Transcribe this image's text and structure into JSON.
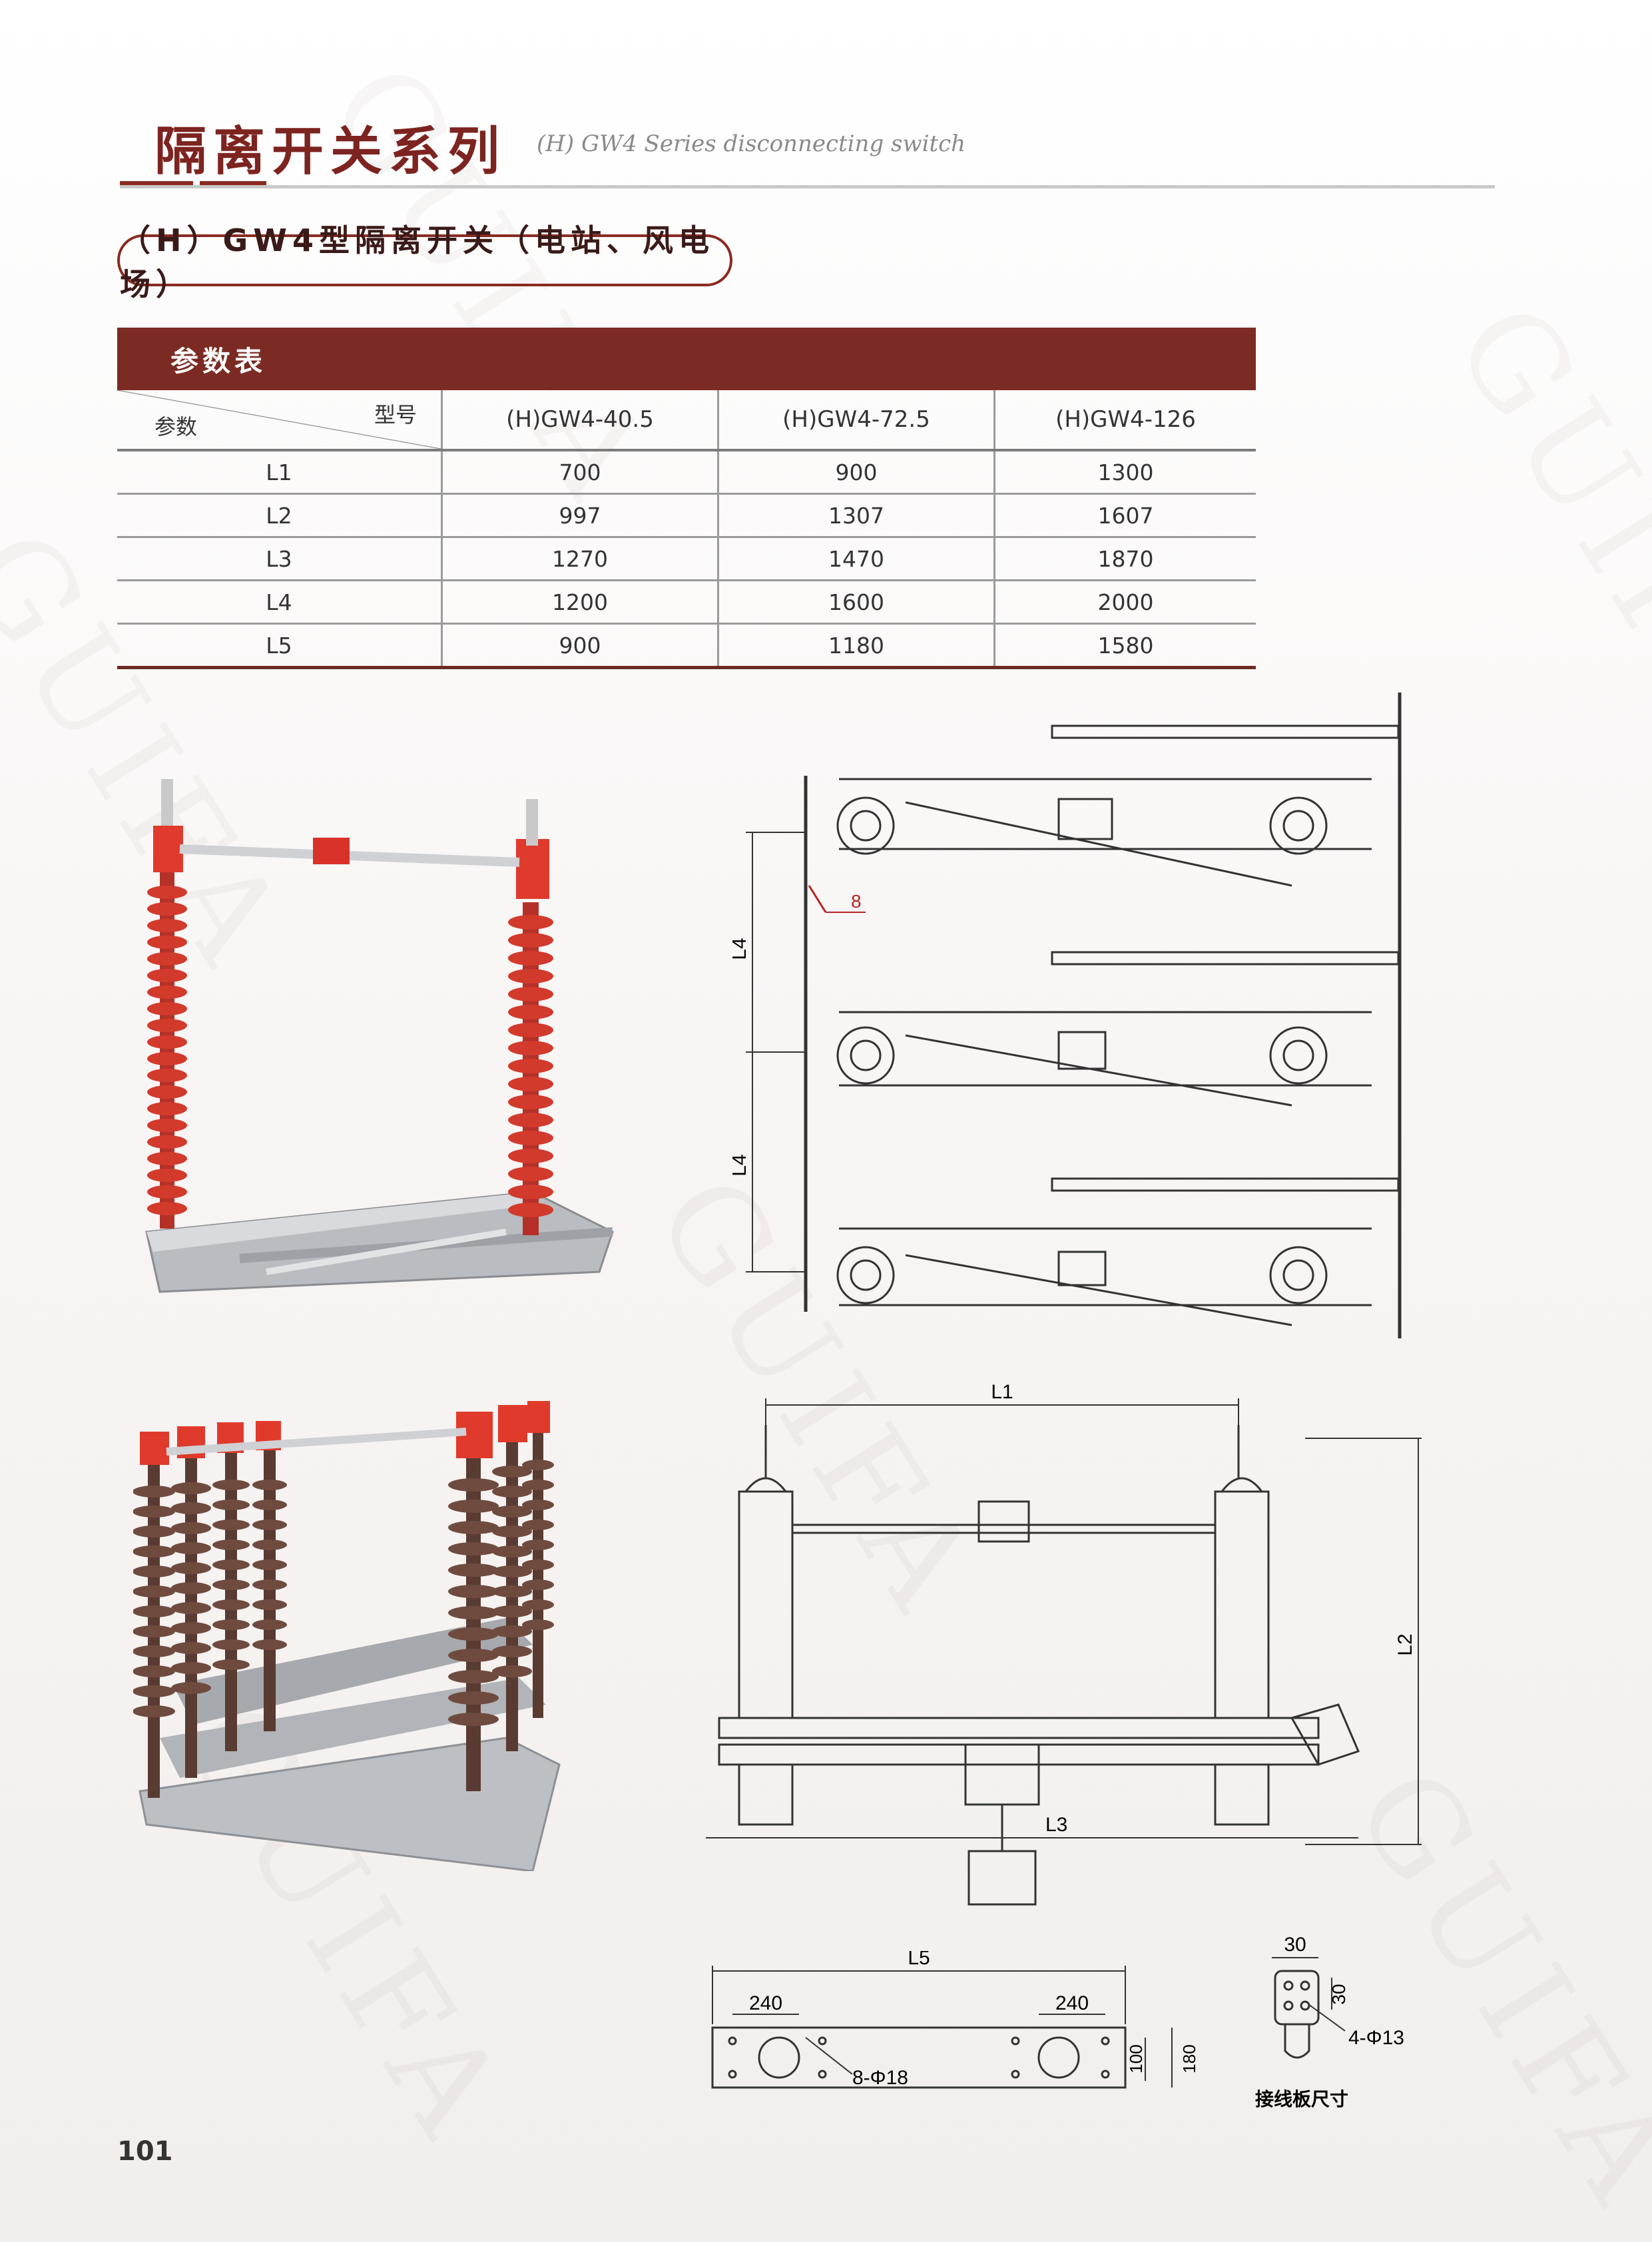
{
  "header": {
    "title_zh": "隔离开关系列",
    "title_en": "(H) GW4 Series disconnecting switch"
  },
  "section": {
    "subtitle": "（H）GW4型隔离开关（电站、风电场）"
  },
  "table": {
    "caption": "参数表",
    "corner_top": "型号",
    "corner_bottom": "参数",
    "models": [
      "(H)GW4-40.5",
      "(H)GW4-72.5",
      "(H)GW4-126"
    ],
    "rows": [
      {
        "param": "L1",
        "values": [
          "700",
          "900",
          "1300"
        ]
      },
      {
        "param": "L2",
        "values": [
          "997",
          "1307",
          "1607"
        ]
      },
      {
        "param": "L3",
        "values": [
          "1270",
          "1470",
          "1870"
        ]
      },
      {
        "param": "L4",
        "values": [
          "1200",
          "1600",
          "2000"
        ]
      },
      {
        "param": "L5",
        "values": [
          "900",
          "1180",
          "1580"
        ]
      }
    ]
  },
  "drawings": {
    "top_view": {
      "dim_l4_a": "L4",
      "dim_l4_b": "L4",
      "callout": "8"
    },
    "side_view": {
      "dim_l1": "L1",
      "dim_l2": "L2",
      "dim_l3": "L3"
    },
    "base_plate": {
      "dim_l5": "L5",
      "dim_left": "240",
      "dim_right": "240",
      "holes": "8-Φ18",
      "h1": "100",
      "h2": "180"
    },
    "terminal": {
      "dim_w": "30",
      "dim_h": "30",
      "holes": "4-Φ13",
      "caption": "接线板尺寸"
    }
  },
  "watermark": "GUIFA",
  "colors": {
    "brand": "#7b2b23",
    "insulator_red": "#c8352a",
    "insulator_brown": "#6e4a3e"
  },
  "footer": {
    "page_number": "101"
  }
}
